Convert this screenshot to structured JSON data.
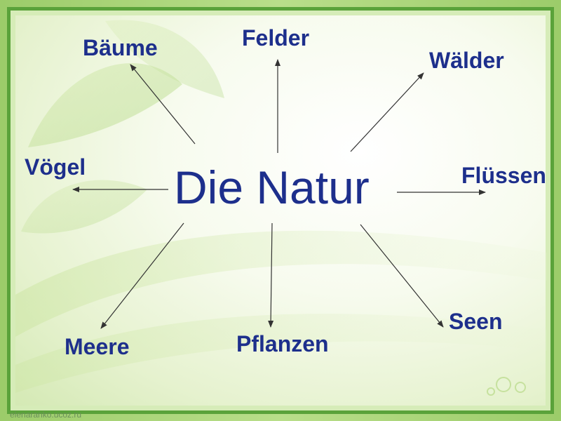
{
  "diagram": {
    "center": "Die Natur",
    "terms": {
      "baeume": "Bäume",
      "felder": "Felder",
      "waelder": "Wälder",
      "voegel": "Vögel",
      "fluessen": "Flüssen",
      "meere": "Meere",
      "pflanzen": "Pflanzen",
      "seen": "Seen"
    }
  },
  "footer": {
    "watermark": "elenaranko.ucoz.ru"
  },
  "colors": {
    "text": "#1d2f8c",
    "frame": "#5aa23a",
    "arrow": "#333333"
  }
}
